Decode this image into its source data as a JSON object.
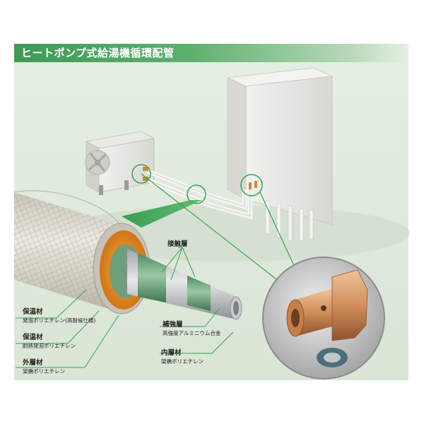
{
  "title": "ヒートポンプ式給湯機循環配管",
  "labels": {
    "setsuzoku": "接触層",
    "hokyo": "補強層",
    "hokyo_sub": "高強度アルミニウム合金",
    "naiso": "内層材",
    "naiso_sub": "架橋ポリエチレン",
    "hoon1": "保温材",
    "hoon1_sub": "発泡ポリエチレン(高耐候仕様)",
    "hoon2": "保温材",
    "hoon2_sub": "耐熱発泡ポリエチレン",
    "gaiso": "外層材",
    "gaiso_sub": "架橋ポリエチレン"
  },
  "colors": {
    "accent": "#3f9a57",
    "callout_line": "#3aa14f",
    "copper": "#c98a5a",
    "insulation": "#d6d2c6",
    "foam": "#e48a1f"
  }
}
